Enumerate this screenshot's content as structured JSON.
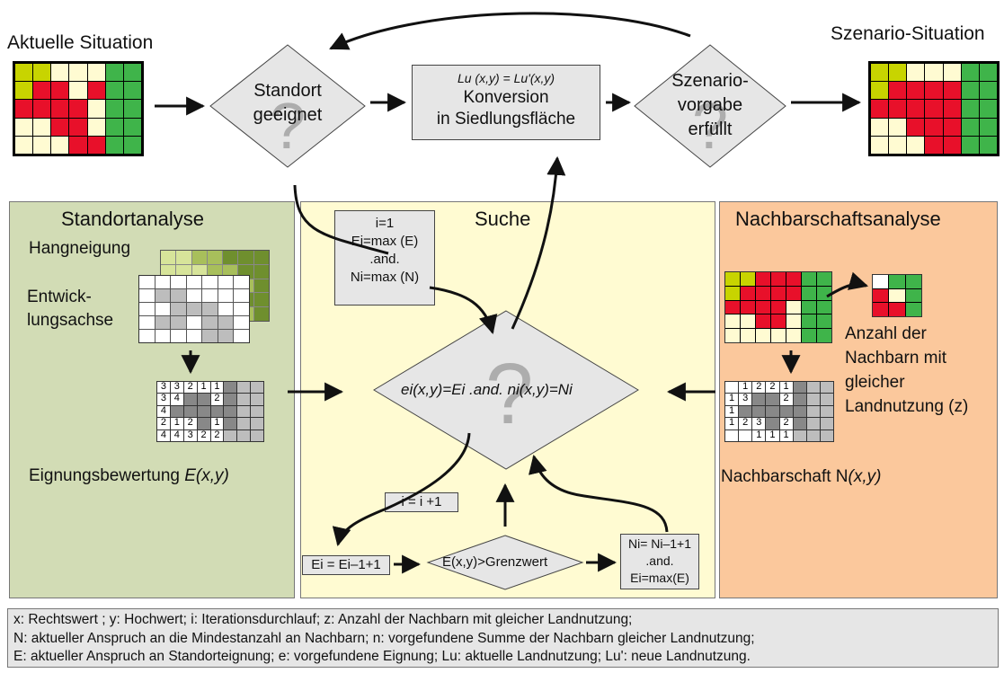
{
  "top": {
    "current_label": "Aktuelle Situation",
    "scenario_label": "Szenario-Situation",
    "diamond_site": [
      "Standort",
      "geeignet"
    ],
    "conversion_formula": "Lu (x,y) = Lu'(x,y)",
    "conversion_text": [
      "Konversion",
      "in Siedlungsfläche"
    ],
    "diamond_scenario": [
      "Szenario-",
      "vorgabe",
      "erfüllt"
    ],
    "question_mark": "?"
  },
  "panels": {
    "left_title": "Standortanalyse",
    "center_title": "Suche",
    "right_title": "Nachbarschaftsanalyse"
  },
  "left": {
    "slope_label": "Hangneigung",
    "axis_label": [
      "Entwick-",
      "lungsachse"
    ],
    "suitability_label": "Eignungsbewertung ",
    "suitability_func": "E(x,y)"
  },
  "right": {
    "count_label": [
      "Anzahl der",
      "Nachbarn mit",
      "gleicher",
      "Landnutzung (z)"
    ],
    "neighbourhood_label": "Nachbarschaft N",
    "neighbourhood_func": "(x,y)"
  },
  "center": {
    "init_box": [
      "i=1",
      "Ei=max (E)",
      ".and.",
      "Ni=max (N)"
    ],
    "central_condition": "ei(x,y)=Ei .and. ni(x,y)=Ni",
    "increment": "i = i +1",
    "e_update": "Ei = Ei–1+1",
    "threshold": "E(x,y)>Grenzwert",
    "n_update": [
      "Ni= Ni–1+1",
      ".and.",
      "Ei=max(E)"
    ]
  },
  "legend": [
    "x: Rechtswert ; y: Hochwert; i: Iterationsdurchlauf; z: Anzahl der Nachbarn mit gleicher Landnutzung;",
    "N: aktueller Anspruch an die  Mindestanzahl an Nachbarn; n: vorgefundene Summe der Nachbarn gleicher Landnutzung;",
    "E: aktueller Anspruch an Standorteignung; e: vorgefundene Eignung; Lu: aktuelle Landnutzung; Lu': neue Landnutzung."
  ],
  "grids": {
    "eignung": [
      "3",
      "3",
      "2",
      "1",
      "1",
      "",
      "",
      "",
      "3",
      "4",
      "",
      "",
      "2",
      "",
      "",
      "",
      "4",
      "",
      "",
      "",
      "",
      "",
      "",
      "",
      "2",
      "1",
      "2",
      "",
      "1",
      "",
      "",
      "",
      "4",
      "4",
      "3",
      "2",
      "2",
      "",
      "",
      ""
    ],
    "nachbarschaft": [
      "",
      "1",
      "2",
      "2",
      "1",
      "",
      "",
      "",
      "1",
      "3",
      "",
      "",
      "2",
      "",
      "",
      "",
      "1",
      "",
      "",
      "",
      "",
      "",
      "",
      "",
      "1",
      "2",
      "3",
      "",
      "2",
      "",
      "",
      "",
      "",
      "",
      "1",
      "1",
      "1",
      "",
      "",
      ""
    ]
  },
  "colors": {
    "yellow_green": "#c8d400",
    "red": "#e8102a",
    "green": "#3fb44a",
    "cream": "#fffbd2",
    "panel_left": "#d2dcb5",
    "panel_center": "#fffbd2",
    "panel_right": "#fbc89c",
    "box_grey": "#e6e6e6"
  }
}
